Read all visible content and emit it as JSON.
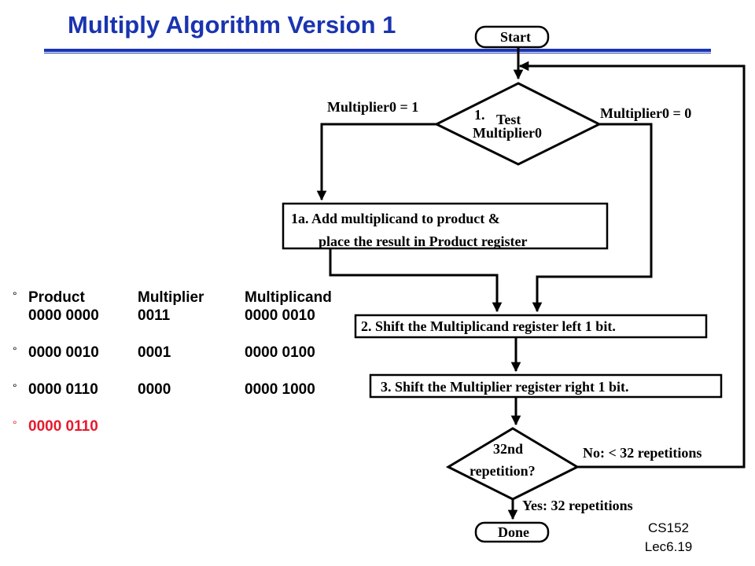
{
  "slide": {
    "title": "Multiply Algorithm Version 1",
    "footer_line1": "CS152",
    "footer_line2": "Lec6.19"
  },
  "flowchart": {
    "start": "Start",
    "test_num": "1.",
    "test_word": "Test",
    "test_sub": "Multiplier0",
    "branch_left": "Multiplier0 = 1",
    "branch_right": "Multiplier0 = 0",
    "step1a_line1": "1a. Add multiplicand to product &",
    "step1a_line2": "place the result in Product register",
    "step2": "2. Shift the Multiplicand register left 1 bit.",
    "step3": "3. Shift the Multiplier register right 1 bit.",
    "check_line1": "32nd",
    "check_line2": "repetition?",
    "no_label": "No: < 32 repetitions",
    "yes_label": "Yes: 32 repetitions",
    "done": "Done"
  },
  "trace": {
    "marker": "°",
    "headers": [
      "Product",
      "Multiplier",
      "Multiplicand"
    ],
    "row0": [
      "0000 0000",
      "0011",
      "0000 0010"
    ],
    "row1": [
      "0000 0010",
      "0001",
      "0000 0100"
    ],
    "row2": [
      "0000 0110",
      "0000",
      "0000 1000"
    ],
    "result": "0000 0110",
    "result_color": "#e8192c"
  },
  "colors": {
    "title": "#1a34b0",
    "lines": "#000000"
  }
}
